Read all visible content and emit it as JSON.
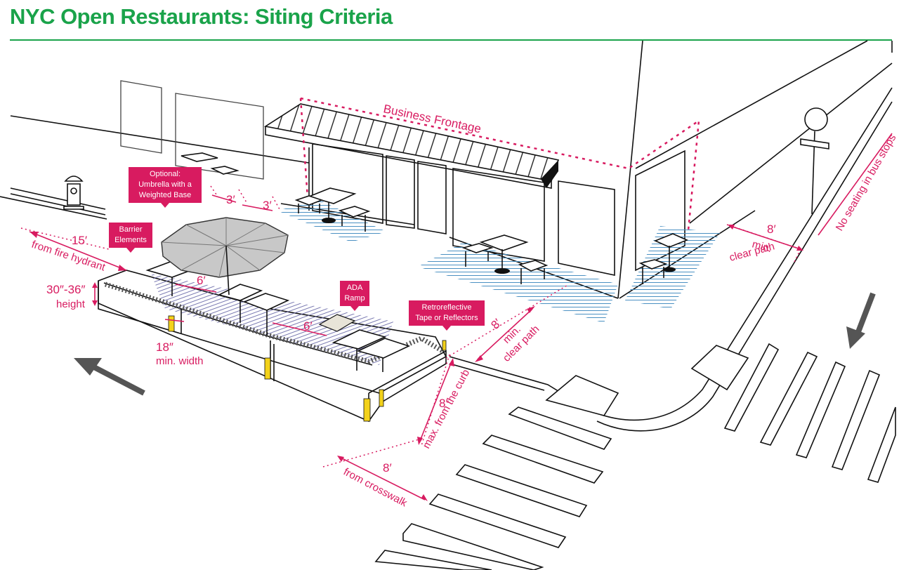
{
  "title": "NYC Open Restaurants: Siting Criteria",
  "labels": {
    "business_frontage": "Business Frontage",
    "no_seating_bus": "No seating in bus stops",
    "fire_hydrant_value": "15′",
    "fire_hydrant_text": "from fire hydrant",
    "height_value": "30″-36″",
    "height_text": "height",
    "width_value": "18″",
    "width_text": "min. width",
    "clear1_value": "3′",
    "clear2_value": "3′",
    "aisle1_value": "6′",
    "aisle2_value": "6′",
    "clearpath_road_value": "8′",
    "clearpath_road_text1": "min.",
    "clearpath_road_text2": "clear path",
    "clearpath_corner_value": "8′",
    "clearpath_corner_text1": "min.",
    "clearpath_corner_text2": "clear path",
    "curb_value": "8′",
    "curb_text": "max. from the curb",
    "crosswalk_value": "8′",
    "crosswalk_text": "from crosswalk"
  },
  "callouts": {
    "umbrella": "Optional:\nUmbrella with a\nWeighted Base",
    "barrier": "Barrier\nElements",
    "ada": "ADA\nRamp",
    "tape": "Retroreflective\nTape or Reflectors"
  },
  "colors": {
    "title": "#1aa34a",
    "accent": "#d81b60",
    "hatch": "#4a90c2",
    "barrier_reflector": "#f3d21a",
    "umbrella": "#c8c8c8"
  }
}
